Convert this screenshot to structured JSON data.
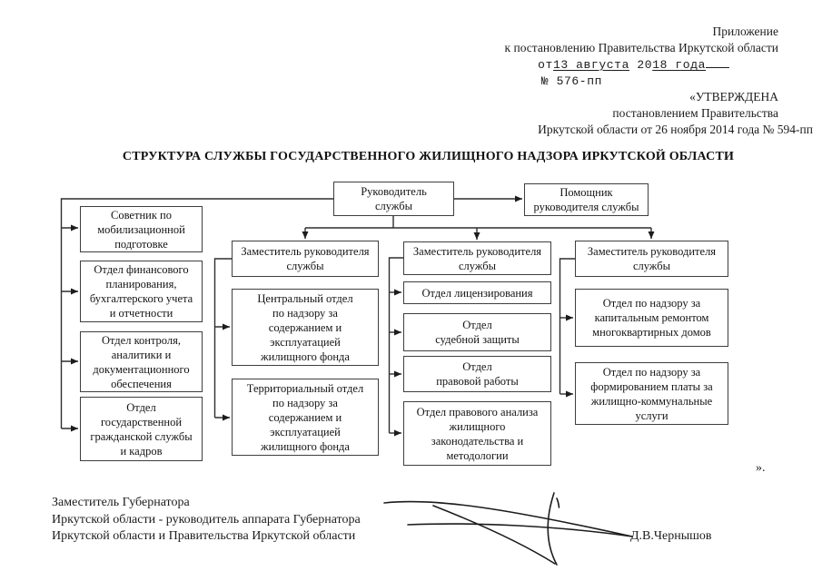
{
  "header": {
    "line1": "Приложение",
    "line2": "к постановлению Правительства Иркутской области",
    "date_prefix": "от",
    "date_part1": "13 августа",
    "date_mid": " 20",
    "date_part2": "18 года",
    "number_line": "№ 576-пп",
    "line5": "«УТВЕРЖДЕНА",
    "line6": "постановлением Правительства",
    "line7": "Иркутской области от 26 ноября 2014 года № 594-пп"
  },
  "title": "СТРУКТУРА СЛУЖБЫ ГОСУДАРСТВЕННОГО ЖИЛИЩНОГО НАДЗОРА ИРКУТСКОЙ ОБЛАСТИ",
  "org_chart": {
    "root": "Руководитель\nслужбы",
    "assistant": "Помощник\nруководителя службы",
    "staff_units": [
      "Советник по\nмобилизационной\nподготовке",
      "Отдел финансового\nпланирования,\nбухгалтерского учета\nи отчетности",
      "Отдел контроля,\nаналитики и\nдокументационного\nобеспечения",
      "Отдел\nгосударственной\nгражданской службы\nи кадров"
    ],
    "deputy1": {
      "label": "Заместитель руководителя\nслужбы",
      "children": [
        "Центральный отдел\nпо надзору за\nсодержанием и\nэксплуатацией\nжилищного фонда",
        "Территориальный отдел\nпо надзору за\nсодержанием и\nэксплуатацией\nжилищного фонда"
      ]
    },
    "deputy2": {
      "label": "Заместитель руководителя\nслужбы",
      "children": [
        "Отдел лицензирования",
        "Отдел\nсудебной защиты",
        "Отдел\nправовой работы",
        "Отдел правового анализа\nжилищного\nзаконодательства и\nметодологии"
      ]
    },
    "deputy3": {
      "label": "Заместитель руководителя\nслужбы",
      "children": [
        "Отдел по надзору за\nкапитальным ремонтом\nмногоквартирных домов",
        "Отдел по надзору за\nформированием платы за\nжилищно-коммунальные\nуслуги"
      ]
    }
  },
  "footer": {
    "line1": "Заместитель Губернатора",
    "line2": "Иркутской области - руководитель аппарата Губернатора",
    "line3": "Иркутской области и Правительства Иркутской области",
    "signer": "Д.В.Чернышов",
    "closing_mark": "»."
  }
}
